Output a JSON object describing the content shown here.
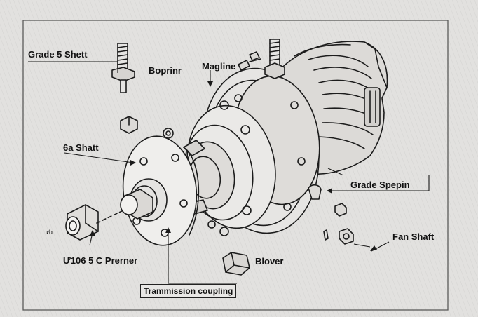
{
  "labels": {
    "grade5_shett": "Grade 5 Shett",
    "boprinr": "Boprinr",
    "magline": "Magline",
    "ga_shatt": "6a Shatt",
    "grade_spepin": "Grade Spepin",
    "fan_shaft": "Fan Shaft",
    "part_small": "ı⁄ɑ",
    "u106_prerner": "Ư106 5 C Prerner",
    "blover": "Blover",
    "trammission_coupling": "Trammission coupling"
  }
}
